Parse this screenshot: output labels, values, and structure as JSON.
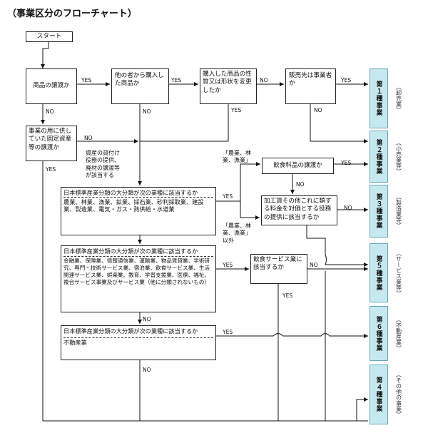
{
  "title": "（事業区分のフローチャート）",
  "boxes": {
    "start": "スタート",
    "q_transfer": "商品の譲渡か",
    "q_purchased": "他の者から購入した商品か",
    "q_nochange": "購入した商品の性質又は形状を変更したか",
    "q_buyer": "販売先は事業者か",
    "q_fixed_asset": "事業の用に供していた固定資産等の譲渡か",
    "q_food": "飲食料品の譲渡か",
    "q_processing": "加工賃その他これに類する料金を対価とする役務の提供に該当するか",
    "q_restaurant": "飲食サービス業に該当するか",
    "q_cls1": "日本標準産業分類の大分類が次の業種に該当するか",
    "cls1_list": "農業、林業、漁業、鉱業、採石業、砂利採取業、建設業、製造業、電気・ガス・熱供給・水道業",
    "q_cls2": "日本標準産業分類の大分類が次の業種に該当するか",
    "cls2_list": "金融業、保険業、情報通信業、運輸業、物品賃貸業、学術研究、専門・技術サービス業、宿泊業、飲食サービス業、生活関連サービス業、娯楽業、教育、学習支援業、医療、福祉、複合サービス事業及びサービス業（他に分類されないもの）",
    "q_cls3": "日本標準産業分類の大分類が次の業種に該当するか",
    "cls3_list": "不動産業"
  },
  "notes": {
    "services": "資産の貸付け\n役務の提供、\n廃材の譲渡等\nが該当する",
    "agri_top": "「農業、林\n業、漁業」",
    "agri_bottom": "「農業、林\n業、漁業」\n以外"
  },
  "arrow_labels": {
    "yes": "YES",
    "no": "NO"
  },
  "categories": [
    {
      "label": "第１種事業",
      "type": "（卸売業）"
    },
    {
      "label": "第２種事業",
      "type": "（小売業等）"
    },
    {
      "label": "第３種事業",
      "type": "（製造業等）"
    },
    {
      "label": "第５種事業",
      "type": "（サービス業等）"
    },
    {
      "label": "第６種事業",
      "type": "（不動産業）"
    },
    {
      "label": "第４種事業",
      "type": "（その他の事業）"
    }
  ]
}
